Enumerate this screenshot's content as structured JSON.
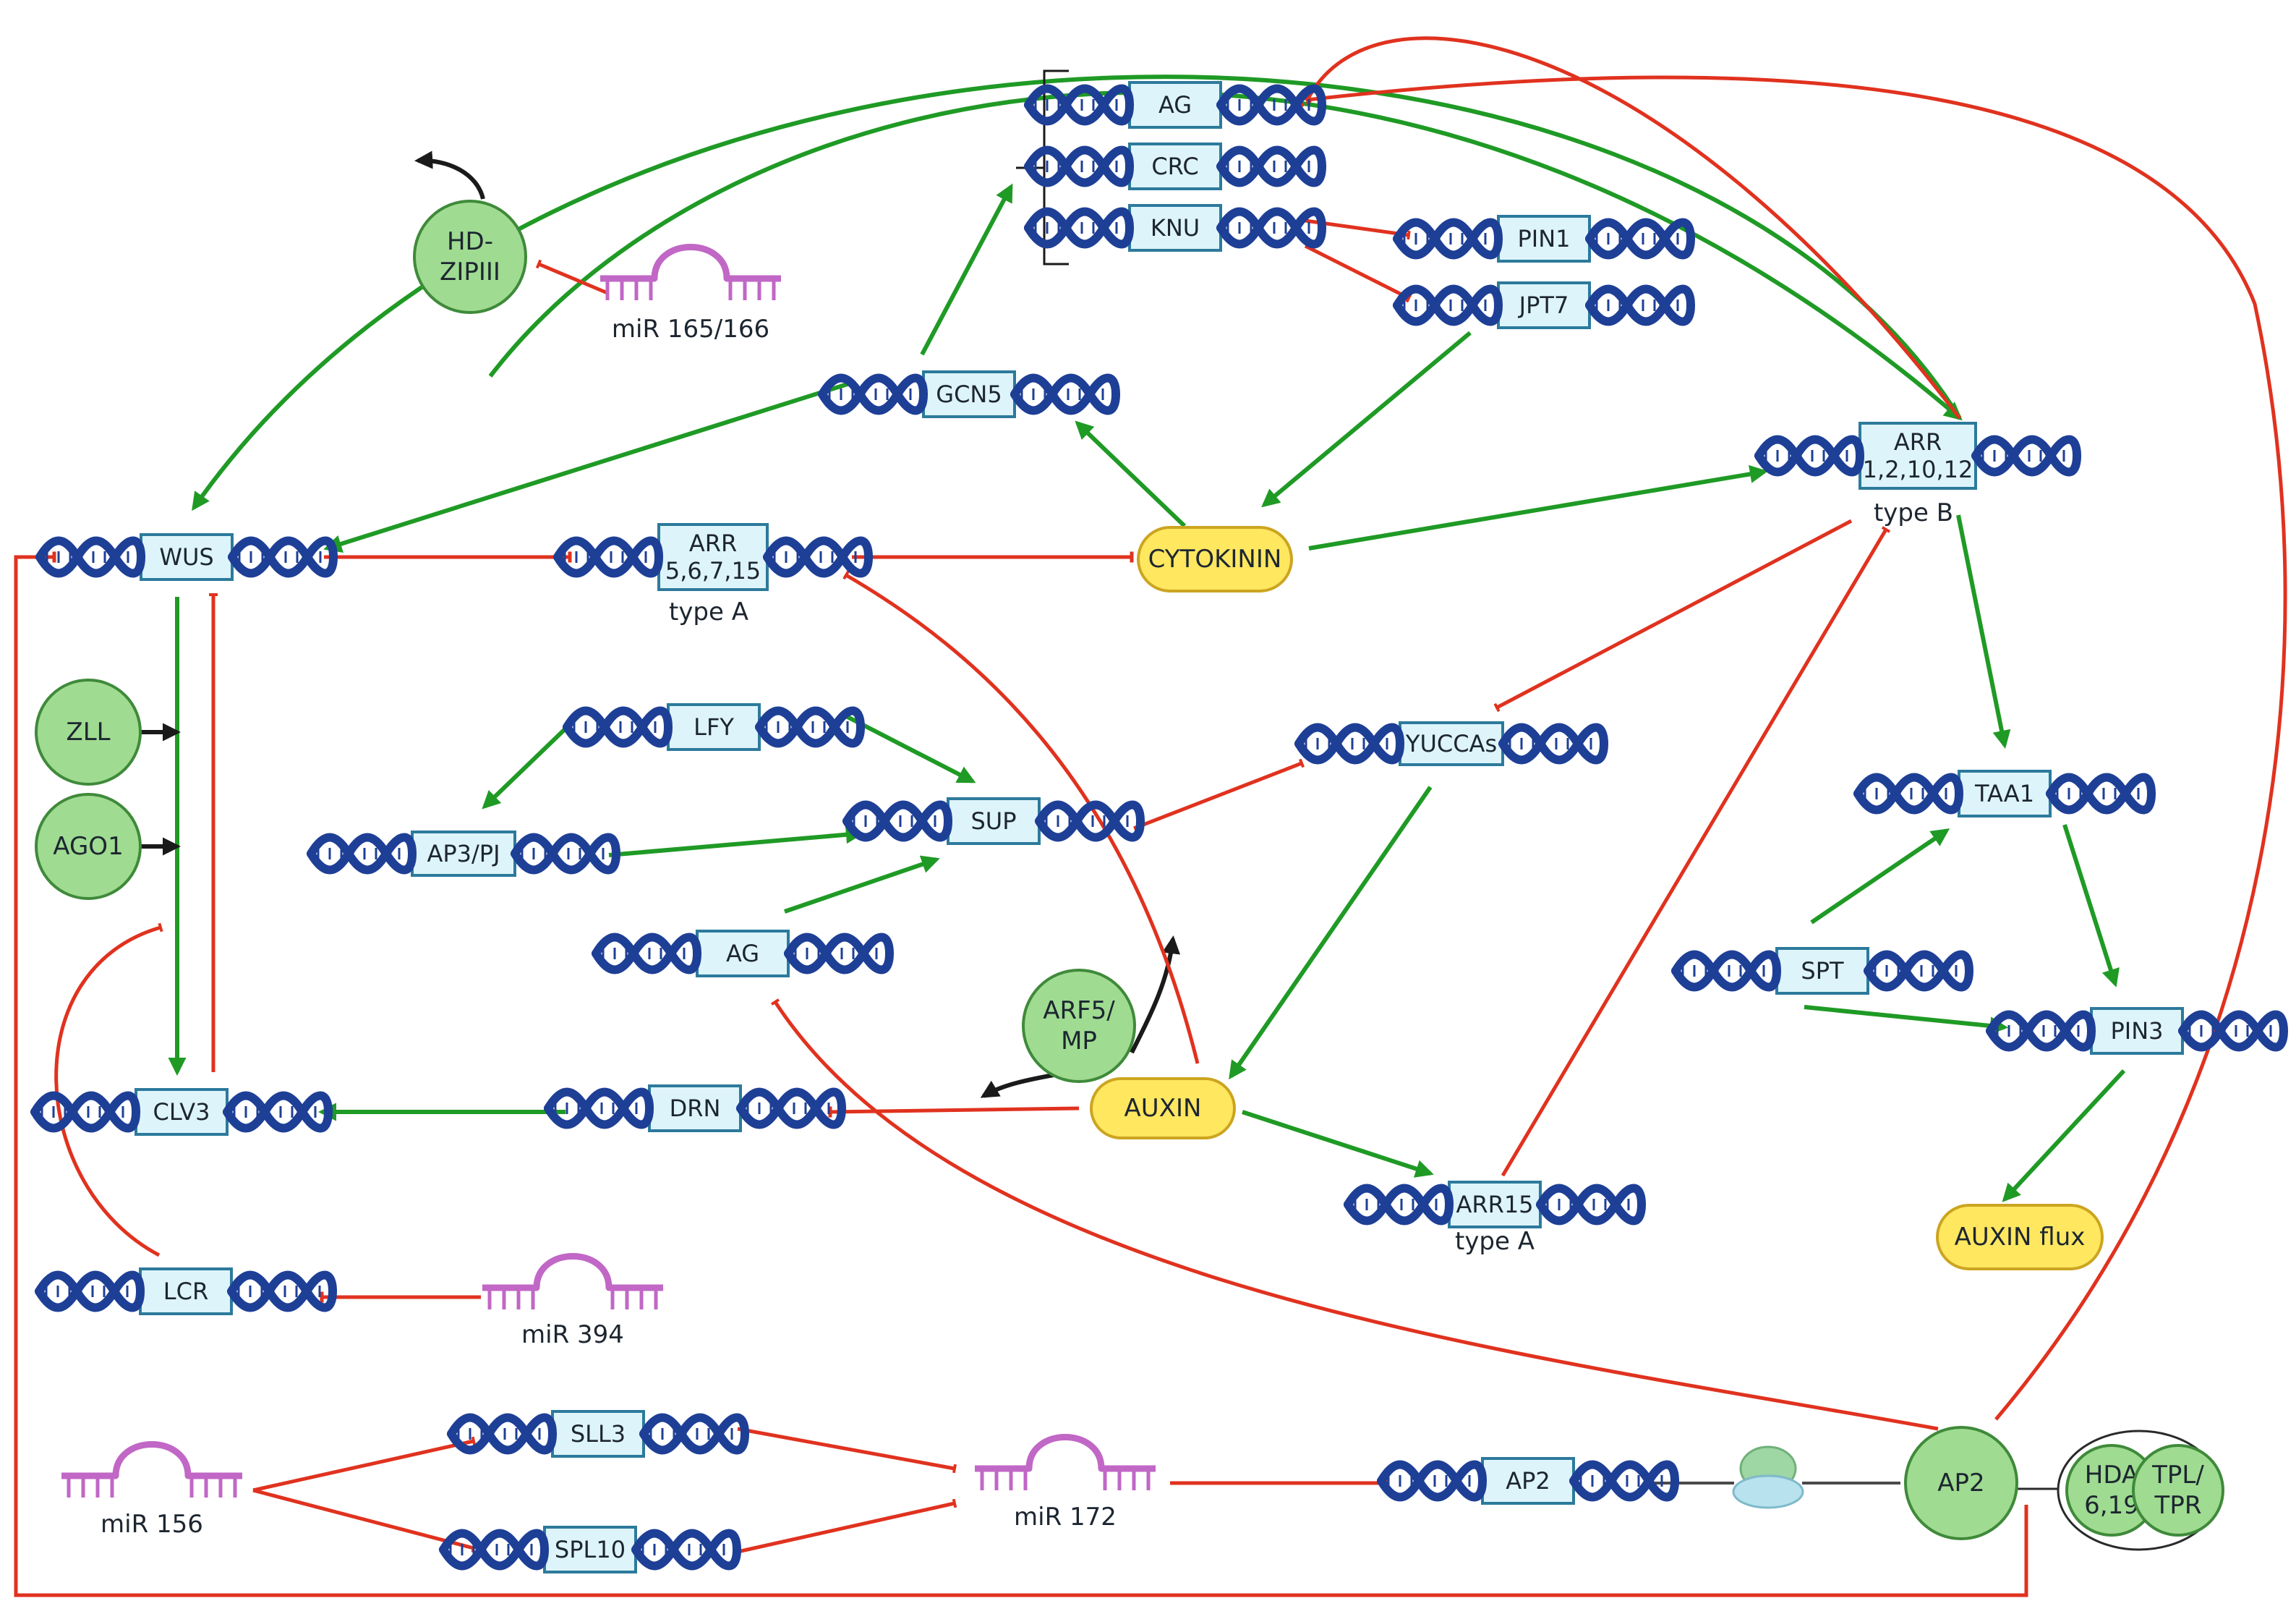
{
  "genes": {
    "ag_top": "AG",
    "crc": "CRC",
    "knu": "KNU",
    "pin1": "PIN1",
    "jpt7": "JPT7",
    "gcn5": "GCN5",
    "arr_b": [
      "ARR",
      "1,2,10,12"
    ],
    "wus": "WUS",
    "arr_a": [
      "ARR",
      "5,6,7,15"
    ],
    "lfy": "LFY",
    "ap3": "AP3/PJ",
    "sup": "SUP",
    "ag_mid": "AG",
    "yuccas": "YUCCAs",
    "taa1": "TAA1",
    "spt": "SPT",
    "pin3": "PIN3",
    "clv3": "CLV3",
    "drn": "DRN",
    "arr15": "ARR15",
    "lcr": "LCR",
    "sll3": "SLL3",
    "spl10": "SPL10",
    "ap2_gene": "AP2"
  },
  "notes": {
    "arr_b_type": "type B",
    "arr_a_type": "type A",
    "arr15_type": "type A"
  },
  "mirnas": {
    "mir165": "miR 165/166",
    "mir394": "miR 394",
    "mir156": "miR 156",
    "mir172": "miR 172"
  },
  "hormones": {
    "cytokinin": "CYTOKININ",
    "auxin": "AUXIN",
    "auxin_flux": "AUXIN flux"
  },
  "proteins": {
    "hdzip": [
      "HD-",
      "ZIPIII"
    ],
    "zll": "ZLL",
    "ago1": "AGO1",
    "arf5": [
      "ARF5/",
      "MP"
    ],
    "ap2": "AP2",
    "hda": [
      "HDA",
      "6,19"
    ],
    "tpl": [
      "TPL/",
      "TPR"
    ]
  },
  "colors": {
    "activation": "#1f9a25",
    "repression": "#e0321f",
    "neutral": "#1a1a1a",
    "dna_strand": "#1e3f96",
    "gene_box_fill": "#ddf4fa",
    "gene_box_stroke": "#2c7a9c",
    "mirna": "#c167c6",
    "protein_fill": "#9fdb91",
    "protein_stroke": "#3f8a3a",
    "hormone_fill": "#ffe760",
    "hormone_stroke": "#cca520"
  }
}
